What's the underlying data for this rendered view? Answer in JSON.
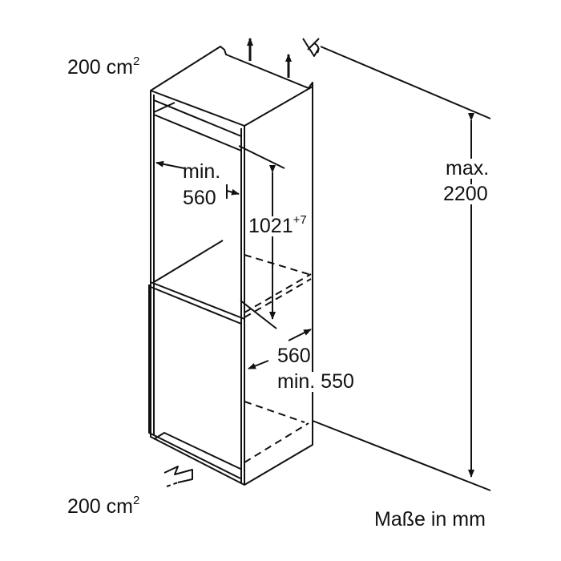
{
  "labels": {
    "vent_top": {
      "text": "200 cm",
      "sup": "2"
    },
    "vent_bottom": {
      "text": "200 cm",
      "sup": "2"
    },
    "niche_width": {
      "line1": "min.",
      "line2": "560"
    },
    "niche_height": {
      "text": "1021",
      "sup": "+7"
    },
    "niche_depth": {
      "line1": "560",
      "line2": "min. 550"
    },
    "max_height": {
      "line1": "max.",
      "line2": "2200"
    },
    "units": "Maße in mm"
  },
  "colors": {
    "line": "#111111",
    "background": "#ffffff"
  }
}
